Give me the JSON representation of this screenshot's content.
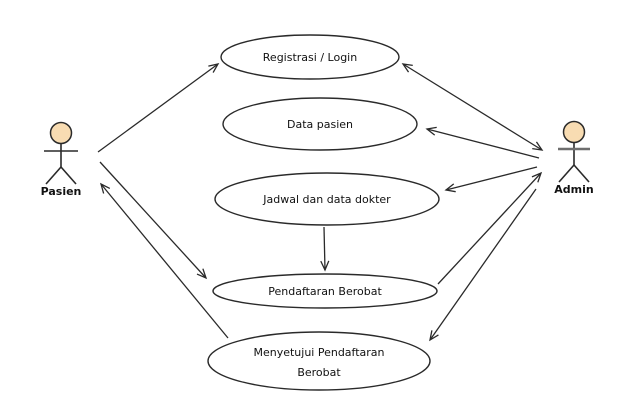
{
  "diagram": {
    "type": "uml-use-case",
    "actors": [
      {
        "name": "Pasien"
      },
      {
        "name": "Admin"
      }
    ],
    "use_cases": [
      {
        "label": "Registrasi / Login"
      },
      {
        "label": "Data pasien"
      },
      {
        "label": "Jadwal dan data dokter"
      },
      {
        "label": "Pendaftaran Berobat"
      },
      {
        "label_lines": [
          "Menyetujui Pendaftaran",
          "Berobat"
        ]
      }
    ],
    "associations": [
      {
        "from": "Pasien",
        "to": "Registrasi / Login",
        "arrow": "to"
      },
      {
        "from": "Pasien",
        "to": "Pendaftaran Berobat",
        "arrow": "to"
      },
      {
        "from": "Menyetujui Pendaftaran Berobat",
        "to": "Pasien",
        "arrow": "to"
      },
      {
        "from": "Registrasi / Login",
        "to": "Admin",
        "arrow": "both"
      },
      {
        "from": "Admin",
        "to": "Data pasien",
        "arrow": "to"
      },
      {
        "from": "Admin",
        "to": "Jadwal dan data dokter",
        "arrow": "to"
      },
      {
        "from": "Pendaftaran Berobat",
        "to": "Admin",
        "arrow": "to"
      },
      {
        "from": "Admin",
        "to": "Menyetujui Pendaftaran Berobat",
        "arrow": "to"
      },
      {
        "from": "Jadwal dan data dokter",
        "to": "Pendaftaran Berobat",
        "arrow": "to"
      }
    ],
    "colors": {
      "stroke": "#2a2a2a",
      "actor_head_fill": "#f8dcb2",
      "background": "#ffffff",
      "admin_arm_bar": "#6e6e6e"
    }
  }
}
